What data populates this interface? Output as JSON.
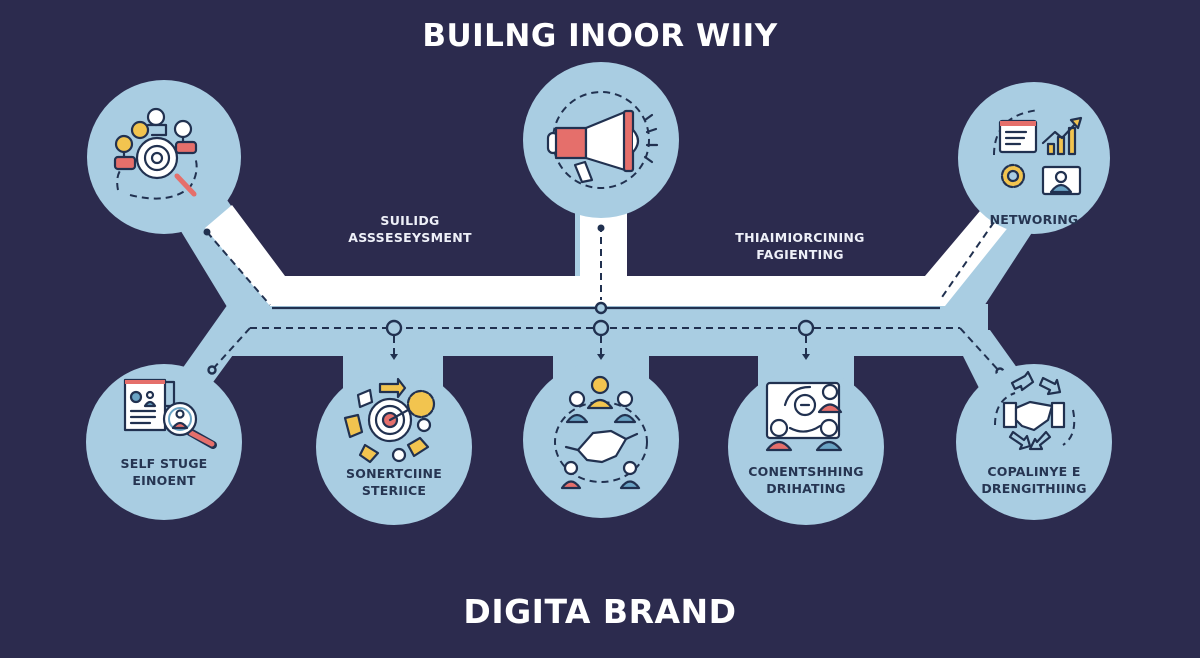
{
  "diagram": {
    "title": "BUILNG INOOR WIIY",
    "subtitle": "DIGITA BRAND",
    "colors": {
      "background": "#2c2b4e",
      "node_fill": "#a9cde2",
      "path_white": "#ffffff",
      "ink": "#213150",
      "accent_red": "#e56f6b",
      "accent_yellow": "#f2c44f"
    },
    "path_labels": [
      {
        "id": "left",
        "line1": "SUILIDG",
        "line2": "ASSSESEYSMENT"
      },
      {
        "id": "right",
        "line1": "THIAIMIORCINING",
        "line2": "FAGIENTING"
      }
    ],
    "top_nodes": [
      {
        "id": "research",
        "icon": "magnifier-network-icon",
        "label": ""
      },
      {
        "id": "announce",
        "icon": "megaphone-icon",
        "label": ""
      },
      {
        "id": "networking",
        "icon": "analytics-growth-icon",
        "label": "NETWORING"
      }
    ],
    "bottom_nodes": [
      {
        "id": "self-stage",
        "icon": "profile-search-icon",
        "line1": "SELF STUGE",
        "line2": "EINOENT"
      },
      {
        "id": "strategy",
        "icon": "target-gear-cycle-icon",
        "line1": "SONERTCIINE",
        "line2": "STERIICE"
      },
      {
        "id": "community",
        "icon": "handshake-people-icon",
        "line1": "",
        "line2": ""
      },
      {
        "id": "content",
        "icon": "collaboration-board-icon",
        "line1": "CONENTSHHING",
        "line2": "DRIHATING"
      },
      {
        "id": "partnership",
        "icon": "handshake-cycle-icon",
        "line1": "COPALINYE E",
        "line2": "DRENGITHIING"
      }
    ]
  }
}
